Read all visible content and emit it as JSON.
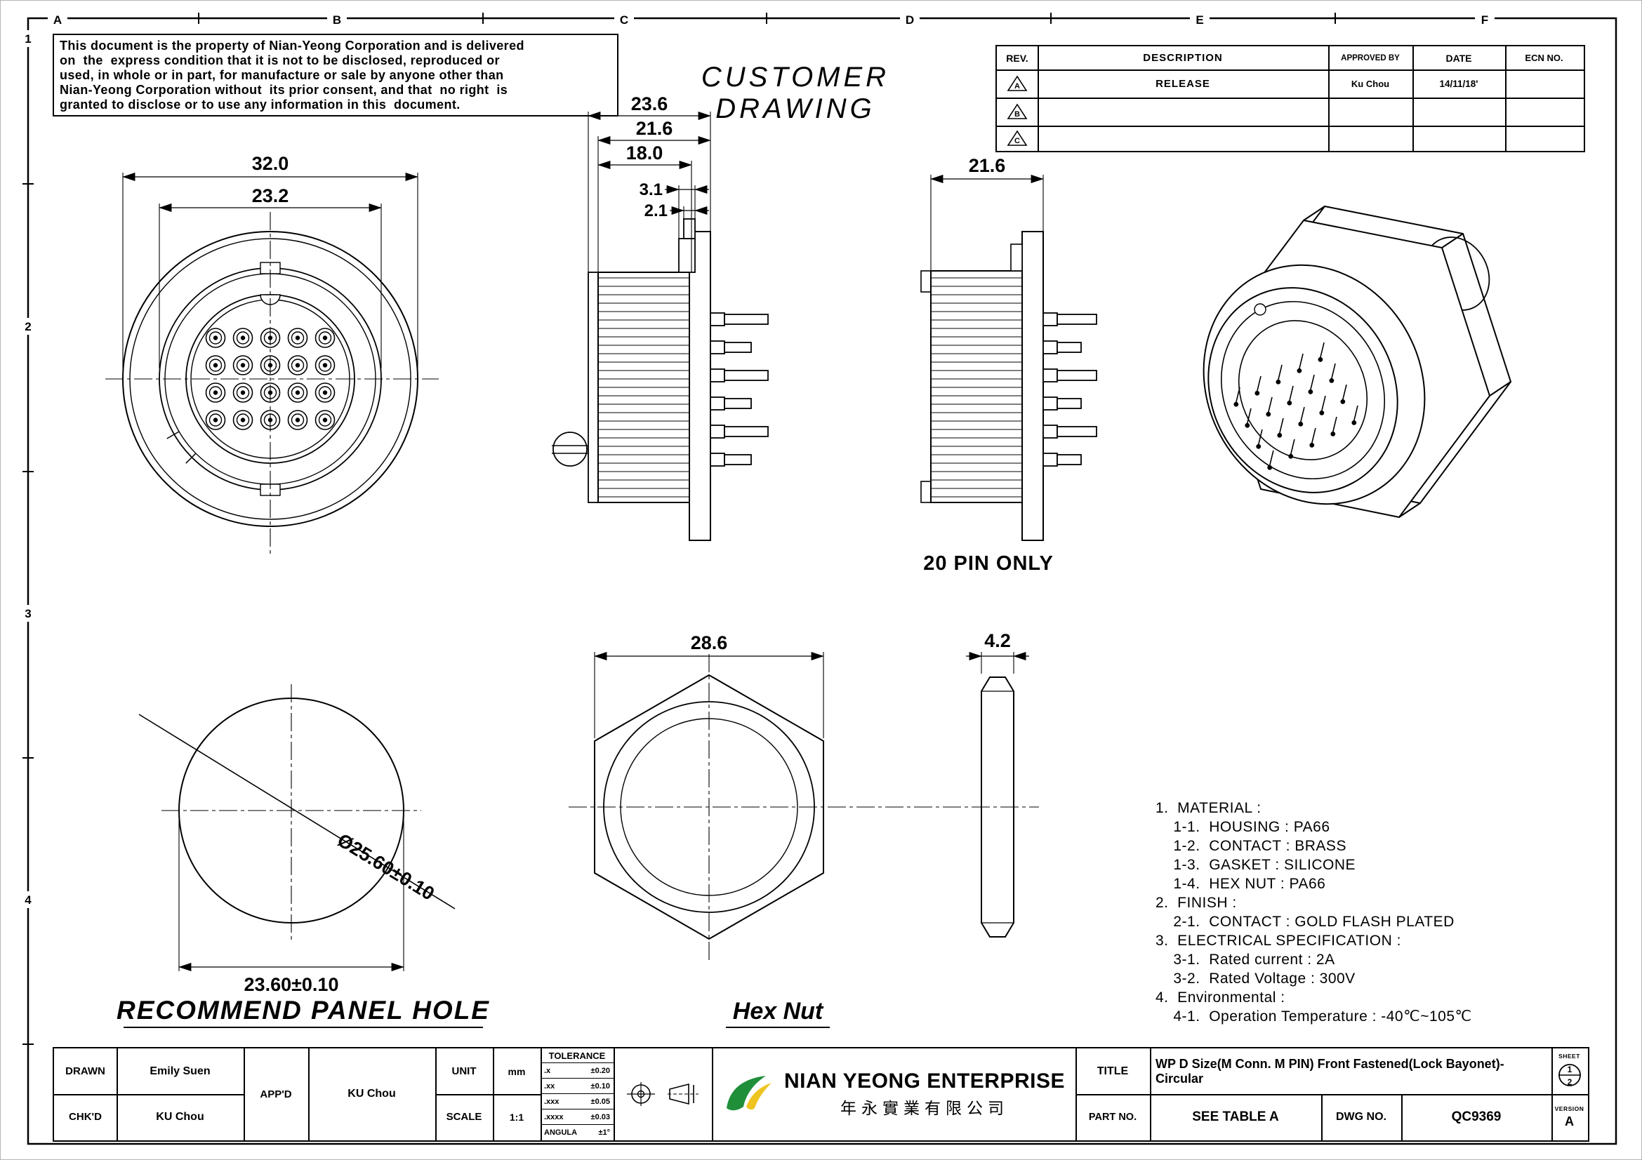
{
  "page": {
    "heading": "CUSTOMER DRAWING"
  },
  "colors": {
    "line": "#000000",
    "logo_green": "#1f8f3a",
    "logo_yellow": "#eec421"
  },
  "notice": {
    "lines": [
      "This document is the property of Nian-Yeong Corporation and is delivered",
      "on  the  express condition that it is not to be disclosed, reproduced or",
      "used, in whole or in part, for manufacture or sale by anyone other than",
      "Nian-Yeong Corporation without  its prior consent, and that  no right  is",
      "granted to disclose or to use any information in this  document."
    ]
  },
  "grid_refs": {
    "cols": [
      "A",
      "B",
      "C",
      "D",
      "E",
      "F"
    ],
    "rows": [
      "1",
      "2",
      "3",
      "4"
    ]
  },
  "revision_table": {
    "headers": {
      "rev": "REV.",
      "description": "DESCRIPTION",
      "approved": "APPROVED BY",
      "date": "DATE",
      "ecn": "ECN NO."
    },
    "rows": [
      {
        "rev": "A",
        "description": "RELEASE",
        "approved": "Ku Chou",
        "date": "14/11/18'",
        "ecn": ""
      },
      {
        "rev": "B",
        "description": "",
        "approved": "",
        "date": "",
        "ecn": ""
      },
      {
        "rev": "C",
        "description": "",
        "approved": "",
        "date": "",
        "ecn": ""
      }
    ]
  },
  "front_view": {
    "dim_outer": "32.0",
    "dim_inner": "23.2"
  },
  "section_view": {
    "dim_overall": "23.6",
    "dim_body": "21.6",
    "dim_thread": "18.0",
    "dim_step1": "3.1",
    "dim_step2": "2.1"
  },
  "pin_view": {
    "dim_body": "21.6",
    "caption": "20 PIN ONLY"
  },
  "panel_hole": {
    "caption": "RECOMMEND PANEL HOLE",
    "dim_diameter": "Ø25.60±0.10",
    "dim_across": "23.60±0.10"
  },
  "hex_nut": {
    "caption": "Hex Nut",
    "dim_across": "28.6",
    "dim_thickness": "4.2"
  },
  "notes": {
    "lines": [
      "1.  MATERIAL :",
      "    1-1.  HOUSING : PA66",
      "    1-2.  CONTACT : BRASS",
      "    1-3.  GASKET : SILICONE",
      "    1-4.  HEX NUT : PA66",
      "2.  FINISH :",
      "    2-1.  CONTACT : GOLD FLASH PLATED",
      "3.  ELECTRICAL SPECIFICATION :",
      "    3-1.  Rated current : 2A",
      "    3-2.  Rated Voltage : 300V",
      "4.  Environmental :",
      "    4-1.  Operation Temperature : -40℃~105℃"
    ]
  },
  "title_block": {
    "drawn_label": "DRAWN",
    "drawn_value": "Emily Suen",
    "chkd_label": "CHK'D",
    "chkd_value": "KU Chou",
    "appd_label": "APP'D",
    "appd_value": "KU Chou",
    "unit_label": "UNIT",
    "unit_value": "mm",
    "scale_label": "SCALE",
    "scale_value": "1:1",
    "tolerance": {
      "title": "TOLERANCE",
      "rows": [
        {
          "k": ".x",
          "v": "±0.20"
        },
        {
          "k": ".xx",
          "v": "±0.10"
        },
        {
          "k": ".xxx",
          "v": "±0.05"
        },
        {
          "k": ".xxxx",
          "v": "±0.03"
        },
        {
          "k": "ANGULA",
          "v": "±1°"
        }
      ]
    },
    "company_en": "NIAN YEONG ENTERPRISE",
    "company_zh": "年永實業有限公司",
    "title_label": "TITLE",
    "title_value": "WP D Size(M Conn. M PIN) Front Fastened(Lock Bayonet)-Circular",
    "part_label": "PART NO.",
    "part_value": "SEE TABLE A",
    "dwg_label": "DWG NO.",
    "dwg_value": "QC9369",
    "sheet_label": "SHEET",
    "sheet_top": "1",
    "sheet_bottom": "2",
    "version_label": "VERSION",
    "version_value": "A"
  }
}
